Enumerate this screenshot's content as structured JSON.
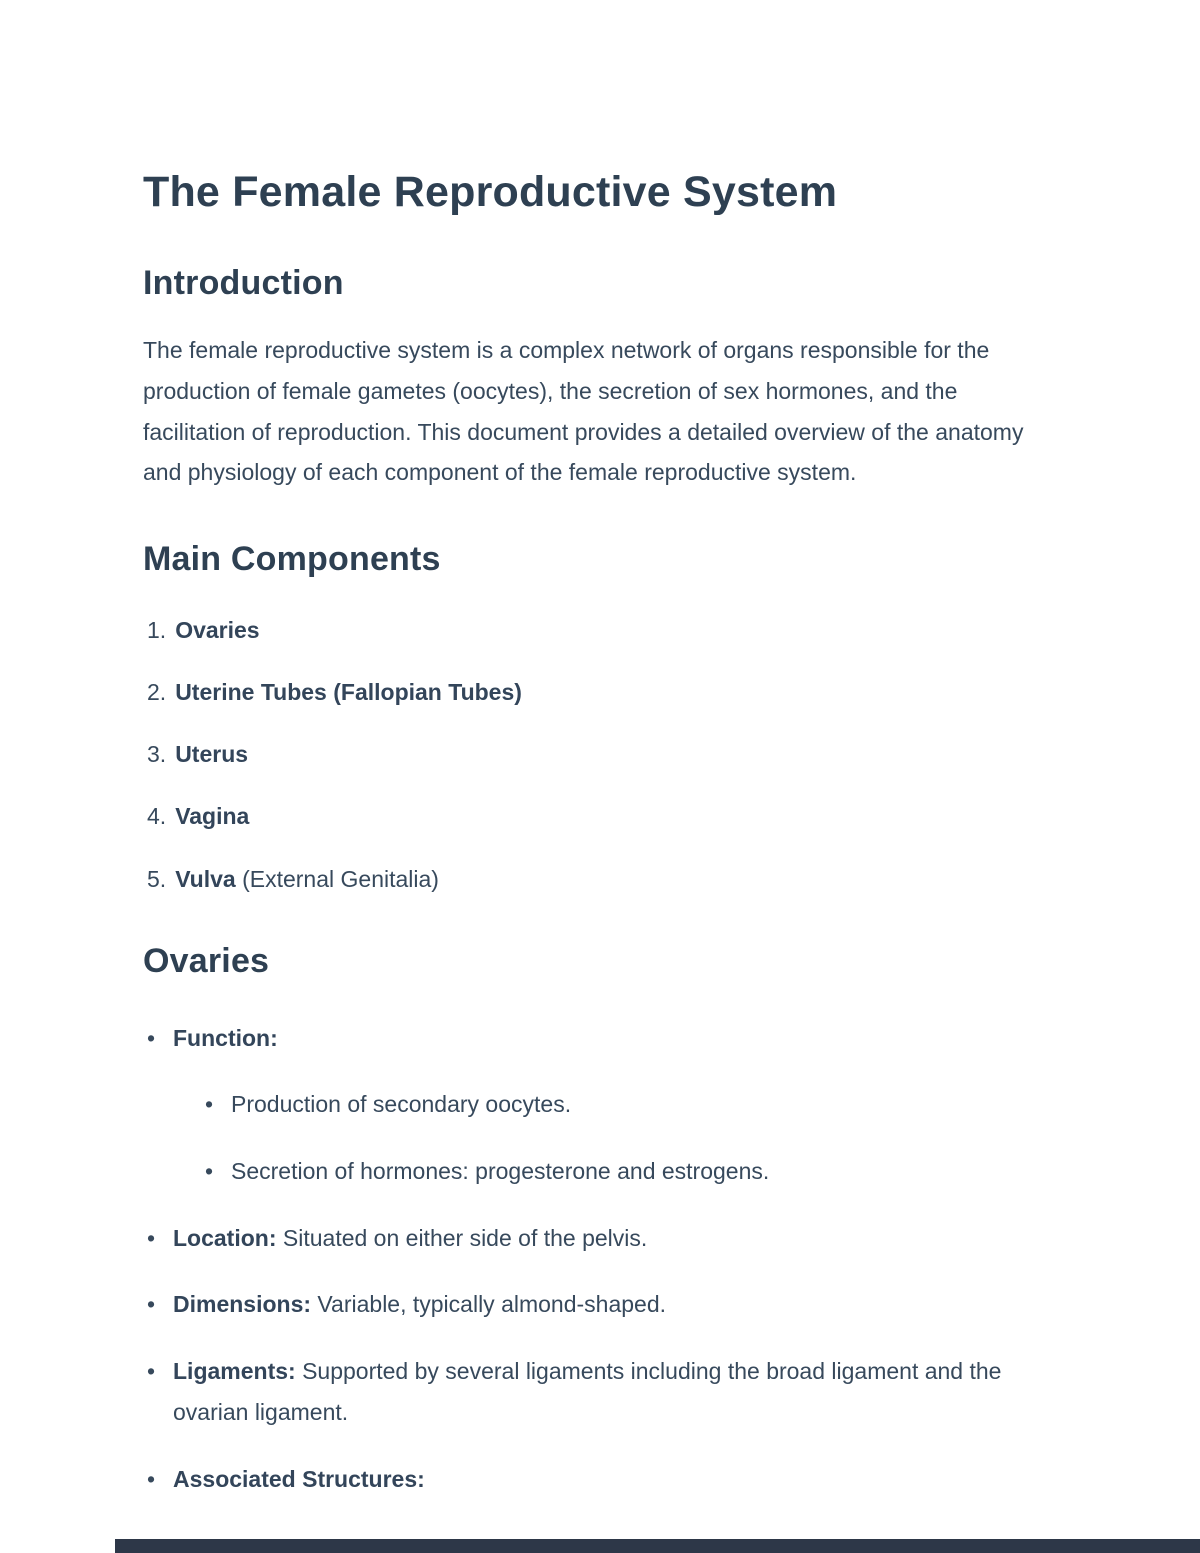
{
  "title": "The Female Reproductive System",
  "colors": {
    "heading": "#2e4052",
    "body_text": "#37495c",
    "bottom_bar": "#2d3748",
    "background": "#ffffff"
  },
  "introduction": {
    "heading": "Introduction",
    "body": "The female reproductive system is a complex network of organs responsible for the production of female gametes (oocytes), the secretion of sex hormones, and the facilitation of reproduction. This document provides a detailed overview of the anatomy and physiology of each component of the female reproductive system."
  },
  "main_components": {
    "heading": "Main Components",
    "items": [
      {
        "number": "1.",
        "label": "Ovaries",
        "rest": ""
      },
      {
        "number": "2.",
        "label": "Uterine Tubes (Fallopian Tubes)",
        "rest": ""
      },
      {
        "number": "3.",
        "label": "Uterus",
        "rest": ""
      },
      {
        "number": "4.",
        "label": "Vagina",
        "rest": ""
      },
      {
        "number": "5.",
        "label": "Vulva",
        "rest": " (External Genitalia)"
      }
    ]
  },
  "ovaries": {
    "heading": "Ovaries",
    "items": [
      {
        "label": "Function:",
        "rest": "",
        "children": [
          "Production of secondary oocytes.",
          "Secretion of hormones: progesterone and estrogens."
        ]
      },
      {
        "label": "Location:",
        "rest": " Situated on either side of the pelvis."
      },
      {
        "label": "Dimensions:",
        "rest": " Variable, typically almond-shaped."
      },
      {
        "label": "Ligaments:",
        "rest": " Supported by several ligaments including the broad ligament and the ovarian ligament."
      },
      {
        "label": "Associated Structures:",
        "rest": ""
      }
    ]
  }
}
